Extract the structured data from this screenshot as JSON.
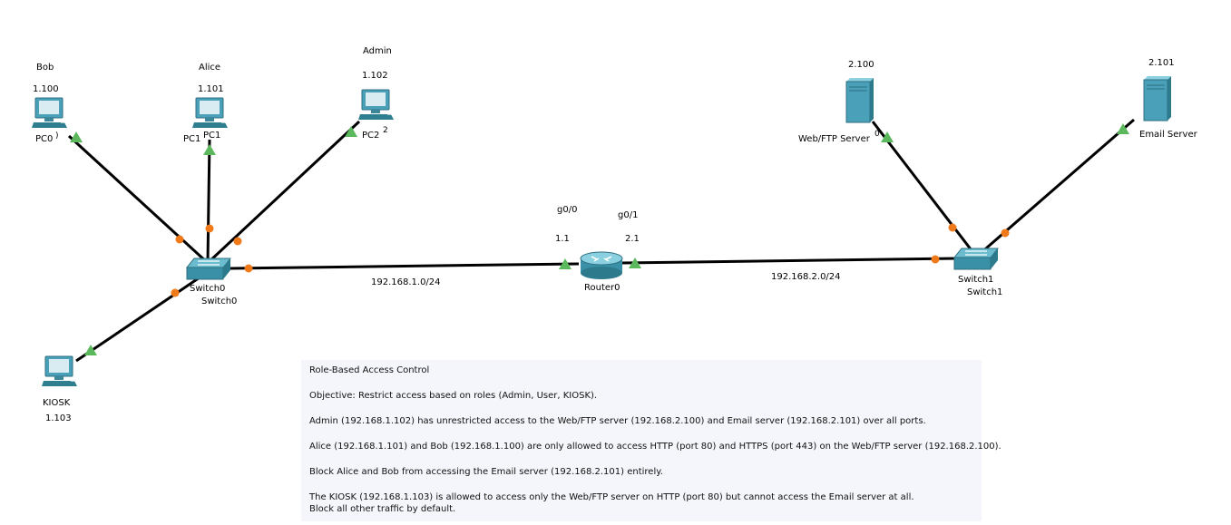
{
  "colors": {
    "link": "#000000",
    "port_up": "#5cb85c",
    "port_pending": "#f07a1a",
    "device_fill": "#4aa0b8",
    "note_bg": "#f4f6fb"
  },
  "devices": {
    "pc0": {
      "name": "PC0",
      "desc": "Bob",
      "ip": "1.100",
      "name_overlap": ")",
      "icon": "pc-icon"
    },
    "pc1": {
      "name": "PC1",
      "desc": "Alice",
      "ip": "1.101",
      "name_overlap": "PC1",
      "icon": "pc-icon"
    },
    "pc2": {
      "name": "PC2",
      "desc": "Admin",
      "ip": "1.102",
      "name_overlap": "2",
      "icon": "pc-icon"
    },
    "kiosk": {
      "name": "KIOSK",
      "ip": "1.103",
      "icon": "pc-icon"
    },
    "switch0": {
      "name": "Switch0",
      "name_overlap": "Switch0",
      "icon": "switch-icon"
    },
    "switch1": {
      "name": "Switch1",
      "name_overlap": "Switch1",
      "icon": "switch-icon"
    },
    "router0": {
      "name": "Router0",
      "icon": "router-icon"
    },
    "web_ftp": {
      "name": "Web/FTP Server",
      "ip": "2.100",
      "name_overlap": "0",
      "icon": "server-icon"
    },
    "email": {
      "name": "Email Server",
      "ip": "2.101",
      "icon": "server-icon"
    }
  },
  "router_ports": {
    "left": {
      "iface": "g0/0",
      "ip": "1.1"
    },
    "right": {
      "iface": "g0/1",
      "ip": "2.1"
    }
  },
  "networks": {
    "lan1": "192.168.1.0/24",
    "lan2": "192.168.2.0/24"
  },
  "note": {
    "title": "Role-Based Access Control",
    "objective": "Objective: Restrict access based on roles (Admin, User, KIOSK).",
    "rule_admin": "Admin (192.168.1.102) has unrestricted access to the Web/FTP server (192.168.2.100) and Email server (192.168.2.101) over all ports.",
    "rule_users": "Alice (192.168.1.101) and Bob (192.168.1.100) are only allowed to access HTTP (port 80) and HTTPS (port 443) on the Web/FTP server (192.168.2.100).",
    "rule_block_email": "Block Alice and Bob from accessing the Email server (192.168.2.101) entirely.",
    "rule_kiosk": "The KIOSK (192.168.1.103) is allowed to access only the Web/FTP server on HTTP (port 80) but cannot access the Email server at all.",
    "rule_default": "Block all other traffic by default."
  }
}
